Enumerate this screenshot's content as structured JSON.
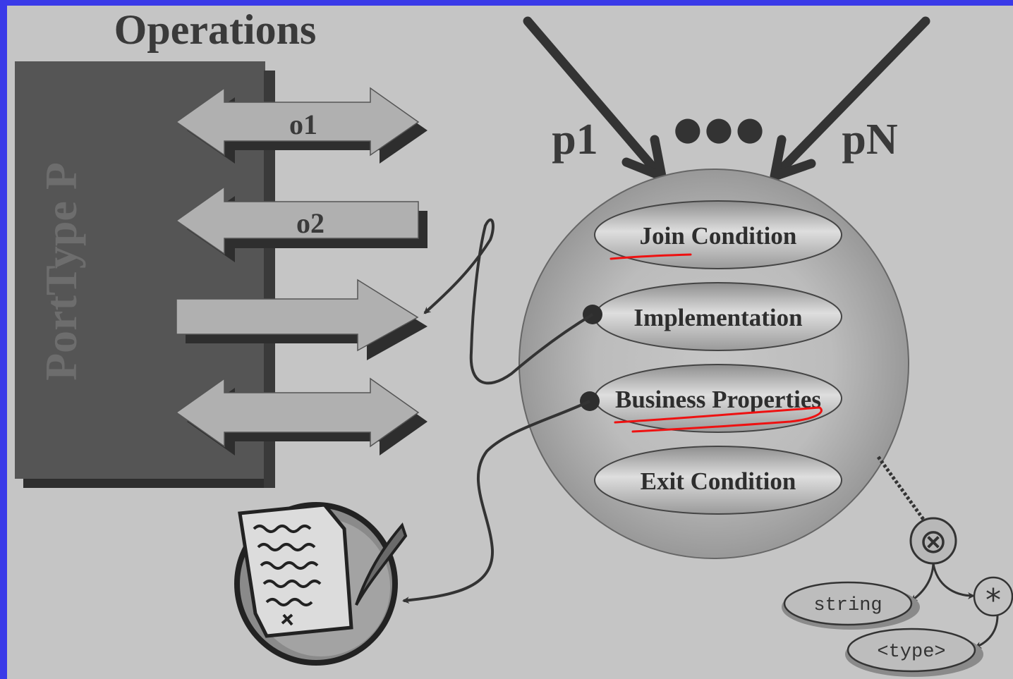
{
  "diagram": {
    "title": "Operations",
    "porttype_label": "PortType P",
    "operations": [
      {
        "label": "o1"
      },
      {
        "label": "o2"
      },
      {
        "label": ""
      },
      {
        "label": ""
      }
    ],
    "partner_arrows": {
      "first": "p1",
      "ellipsis": "●●●",
      "last": "pN"
    },
    "activity_parts": [
      {
        "label": "Join Condition"
      },
      {
        "label": "Implementation"
      },
      {
        "label": "Business Properties"
      },
      {
        "label": "Exit Condition"
      }
    ],
    "schema_tree": {
      "choice_symbol": "⊗",
      "string_label": "string",
      "repeat_symbol": "*",
      "type_label": "<type>"
    },
    "colors": {
      "border": "#3a3ae8",
      "background": "#c5c5c5",
      "porttype_box": "#545454",
      "arrow_fill": "#b0b0b0",
      "arrow_shadow": "#303030",
      "annotation": "#ee1111"
    }
  }
}
